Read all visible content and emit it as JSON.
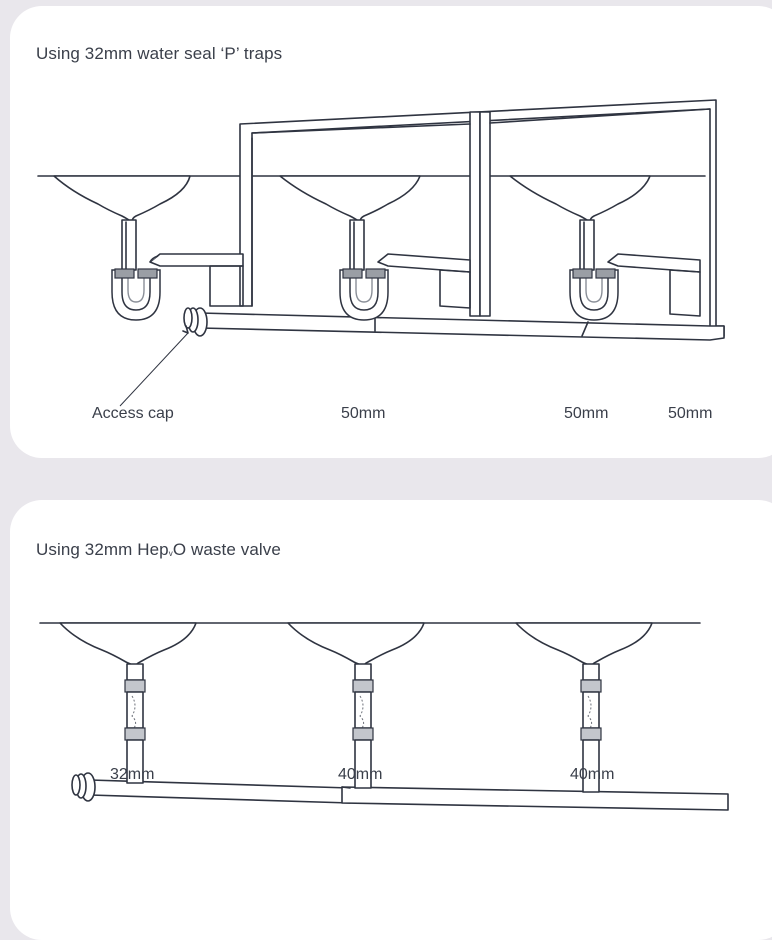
{
  "panels": [
    {
      "title": "Using 32mm water seal ‘P’ traps",
      "labels": {
        "access_cap": "Access cap",
        "size_1": "50mm",
        "size_2": "50mm",
        "size_3": "50mm"
      }
    },
    {
      "title_main": "Using 32mm Hep",
      "title_sub": "v",
      "title_end": "O waste valve",
      "labels": {
        "size_1": "32mm",
        "size_2": "40mm",
        "size_3": "40mm"
      }
    }
  ]
}
